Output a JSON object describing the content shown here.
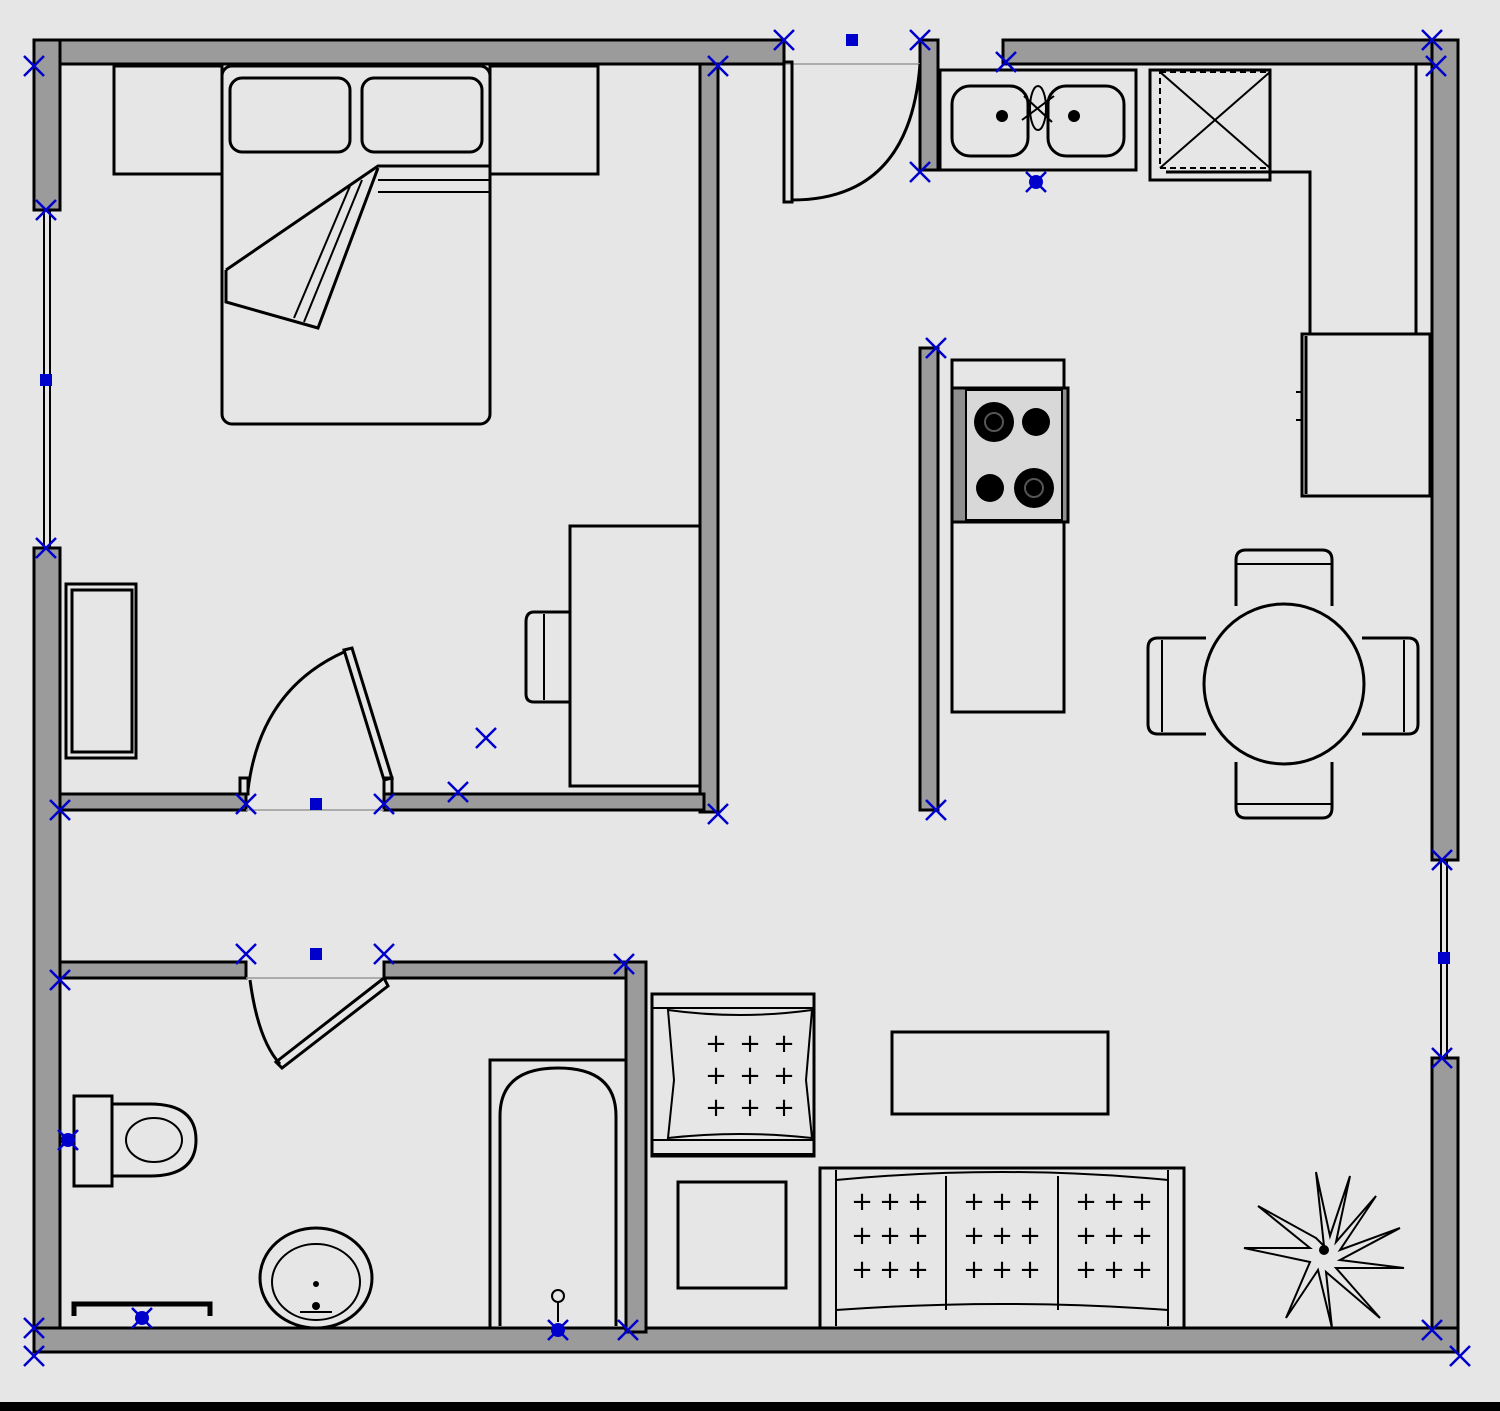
{
  "floor_plan": {
    "background": "#e6e6e6",
    "wall_fill": "#9b9b9b",
    "line_color": "#000000",
    "selection_handle_color": "#0000cc",
    "rooms": [
      "bedroom",
      "bathroom",
      "kitchen",
      "living-room"
    ],
    "fixtures": [
      "double-bed",
      "nightstand",
      "desk",
      "chair",
      "dresser",
      "double-sink",
      "stove",
      "refrigerator",
      "dining-table",
      "dining-chair",
      "toilet",
      "washbasin",
      "bathtub",
      "towel-bar",
      "armchair",
      "coffee-table",
      "sofa",
      "side-table",
      "potted-plant",
      "entry-door",
      "bedroom-door",
      "bathroom-door",
      "window"
    ]
  }
}
